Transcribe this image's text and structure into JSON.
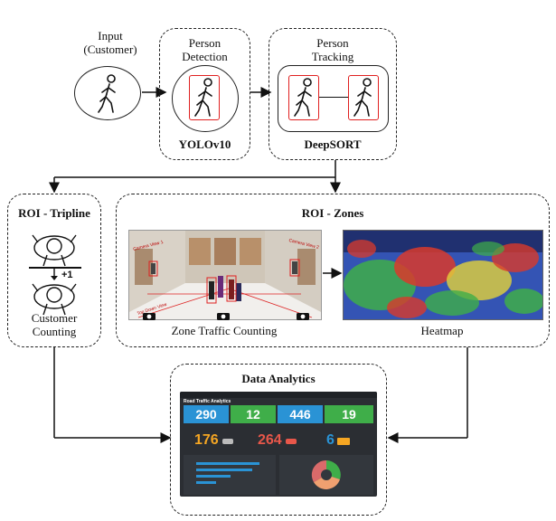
{
  "input": {
    "label_line1": "Input",
    "label_line2": "(Customer)"
  },
  "person_detection": {
    "title_line1": "Person",
    "title_line2": "Detection",
    "model": "YOLOv10"
  },
  "person_tracking": {
    "title_line1": "Person",
    "title_line2": "Tracking",
    "model": "DeepSORT"
  },
  "roi_tripline": {
    "title": "ROI - Tripline",
    "increment": "+1",
    "caption_line1": "Customer",
    "caption_line2": "Counting"
  },
  "roi_zones": {
    "title": "ROI - Zones",
    "zone_caption": "Zone Traffic Counting",
    "heatmap_caption": "Heatmap",
    "camera_labels": [
      "Camera View 1",
      "Camera View 2",
      "Top Down View"
    ]
  },
  "data_analytics": {
    "title": "Data Analytics",
    "dashboard_title": "Road Traffic Analytics",
    "kpis": [
      {
        "value": "290",
        "color": "#2a93d5"
      },
      {
        "value": "12",
        "color": "#3fae49"
      },
      {
        "value": "446",
        "color": "#2a93d5"
      },
      {
        "value": "19",
        "color": "#3fae49"
      }
    ],
    "counts": [
      {
        "value": "176",
        "color": "#f5a623"
      },
      {
        "value": "264",
        "color": "#e8574a"
      },
      {
        "value": "6",
        "color": "#2a93d5"
      }
    ]
  },
  "colors": {
    "detection_box": "#e02020",
    "stroke": "#222222",
    "arrow": "#111111"
  }
}
